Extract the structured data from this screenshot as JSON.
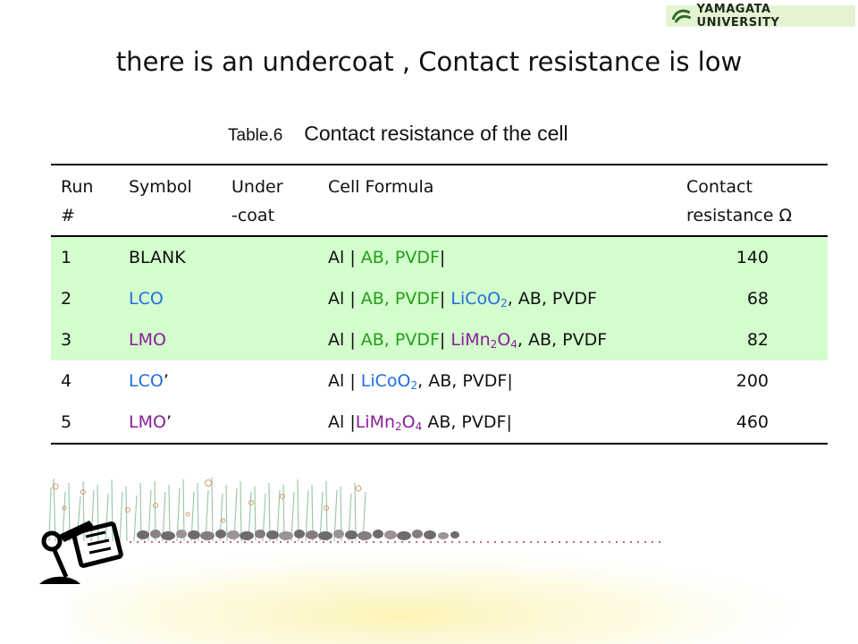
{
  "logo": {
    "text": "YAMAGATA UNIVERSITY",
    "bg_color": "#e6f3d2"
  },
  "slide_title": "there is an undercoat , Contact resistance is low",
  "caption": {
    "table_number": "Table.6",
    "table_name": "Contact resistance of the cell"
  },
  "table": {
    "headers": {
      "run_line1": "Run",
      "run_line2": "#",
      "symbol": "Symbol",
      "undercoat_line1": "Under",
      "undercoat_line2": "-coat",
      "formula": "Cell Formula",
      "resistance_line1": "Contact",
      "resistance_line2": "resistance Ω"
    },
    "rows": [
      {
        "run": "1",
        "symbol": "BLANK",
        "undercoat": "",
        "f_al": "Al | ",
        "f_uc": "AB, PVDF",
        "f_sep": "|",
        "resistance": "140",
        "highlighted": true
      },
      {
        "run": "2",
        "symbol": "LCO",
        "undercoat": "",
        "f_al": "Al | ",
        "f_uc": "AB, PVDF",
        "f_sep": "| ",
        "f_am_a": "LiCoO",
        "f_am_sub": "2",
        "f_am_b": "",
        "f_rest": ", AB, PVDF",
        "resistance": "68",
        "highlighted": true
      },
      {
        "run": "3",
        "symbol": "LMO",
        "undercoat": "",
        "f_al": "Al | ",
        "f_uc": "AB, PVDF",
        "f_sep": "| ",
        "f_am_a": "LiMn",
        "f_am_sub": "2",
        "f_am_b": "O",
        "f_am_sub2": "4",
        "f_rest": ", AB, PVDF",
        "resistance": "82",
        "highlighted": true
      },
      {
        "run": "4",
        "symbol": "LCO",
        "symbol_suffix": "’",
        "undercoat": "",
        "f_al": "Al | ",
        "f_am_a": "LiCoO",
        "f_am_sub": "2",
        "f_rest": ", AB, PVDF|",
        "resistance": "200",
        "highlighted": false
      },
      {
        "run": "5",
        "symbol": "LMO",
        "symbol_suffix": "’",
        "undercoat": "",
        "f_al": "Al |",
        "f_am_a": "LiMn",
        "f_am_sub": "2",
        "f_am_b": "O",
        "f_am_sub2": "4",
        "f_rest": " AB, PVDF|",
        "resistance": "460",
        "highlighted": false
      }
    ]
  },
  "colors": {
    "undercoat_text": "#22a017",
    "lco_text": "#1f6fe0",
    "lmo_text": "#8a1f9a",
    "highlight_bg": "#d3fdcd"
  },
  "decor": {
    "icon": "speaker-podium-icon",
    "description_items": [
      "grass-illustration",
      "pebble-row"
    ]
  }
}
